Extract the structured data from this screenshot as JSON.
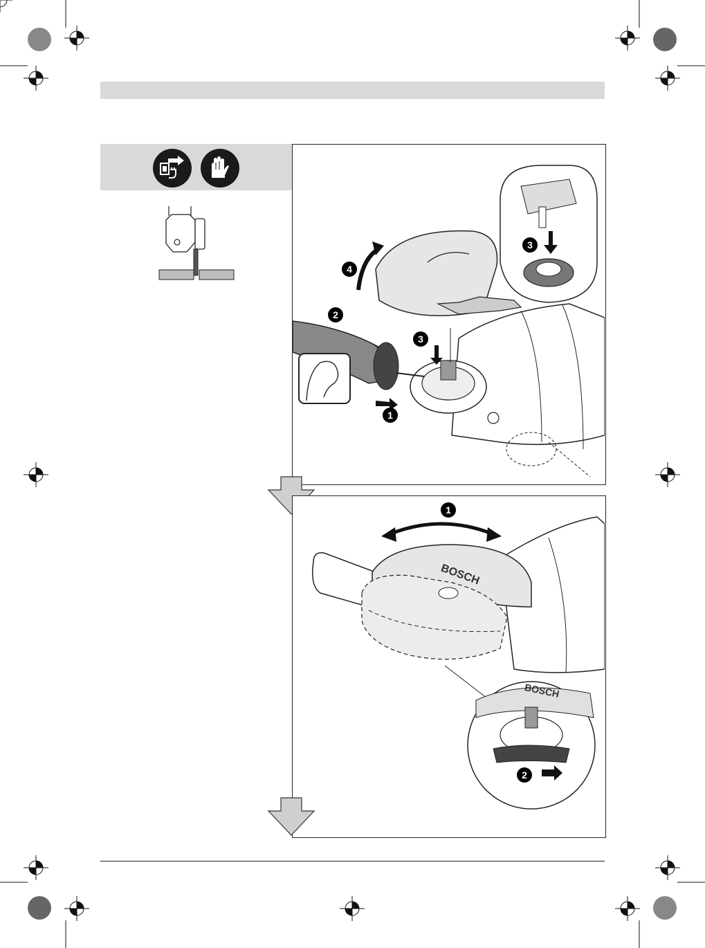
{
  "steps": {
    "panel1": {
      "step1": "1",
      "step2": "2",
      "step3a": "3",
      "step3b": "3",
      "step4": "4"
    },
    "panel2": {
      "step1": "1",
      "step2": "2"
    }
  },
  "brand": {
    "logo_text": "BOSCH"
  },
  "icons": {
    "unplug": "unplug-power-icon",
    "gloves": "wear-gloves-icon",
    "flow_arrow": "flow-down-arrow-icon"
  },
  "colors": {
    "banner_gray": "#d9d9d9",
    "ink": "#1a1a1a",
    "arrow_gray": "#cfcfcf"
  }
}
